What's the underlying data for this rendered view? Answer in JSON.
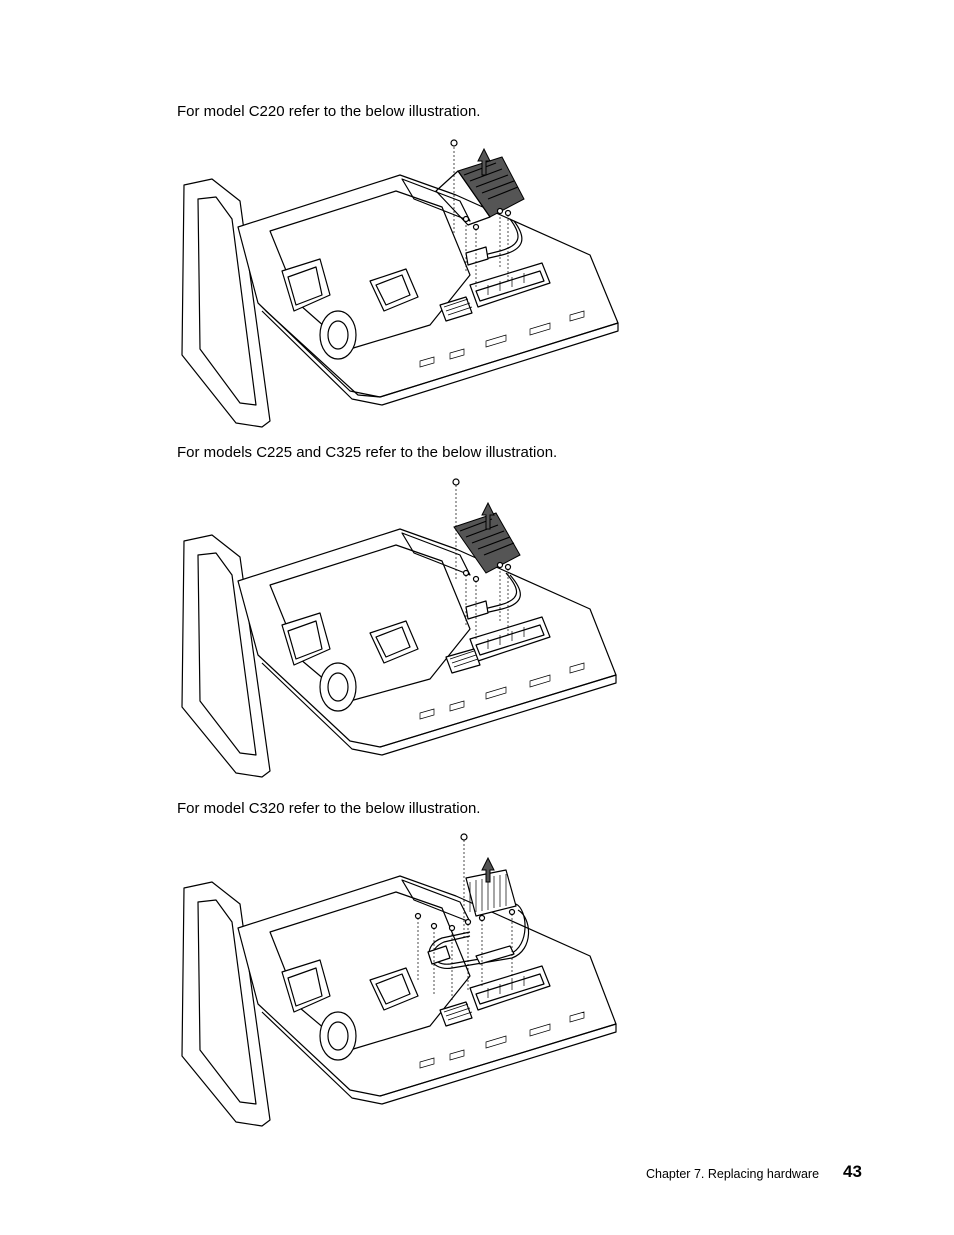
{
  "captions": [
    "For model C220 refer to the below illustration.",
    "For models C225 and C325 refer to the below illustration.",
    "For model C320 refer to the below illustration."
  ],
  "footer": {
    "chapter": "Chapter 7. Replacing hardware",
    "page_number": "43"
  }
}
